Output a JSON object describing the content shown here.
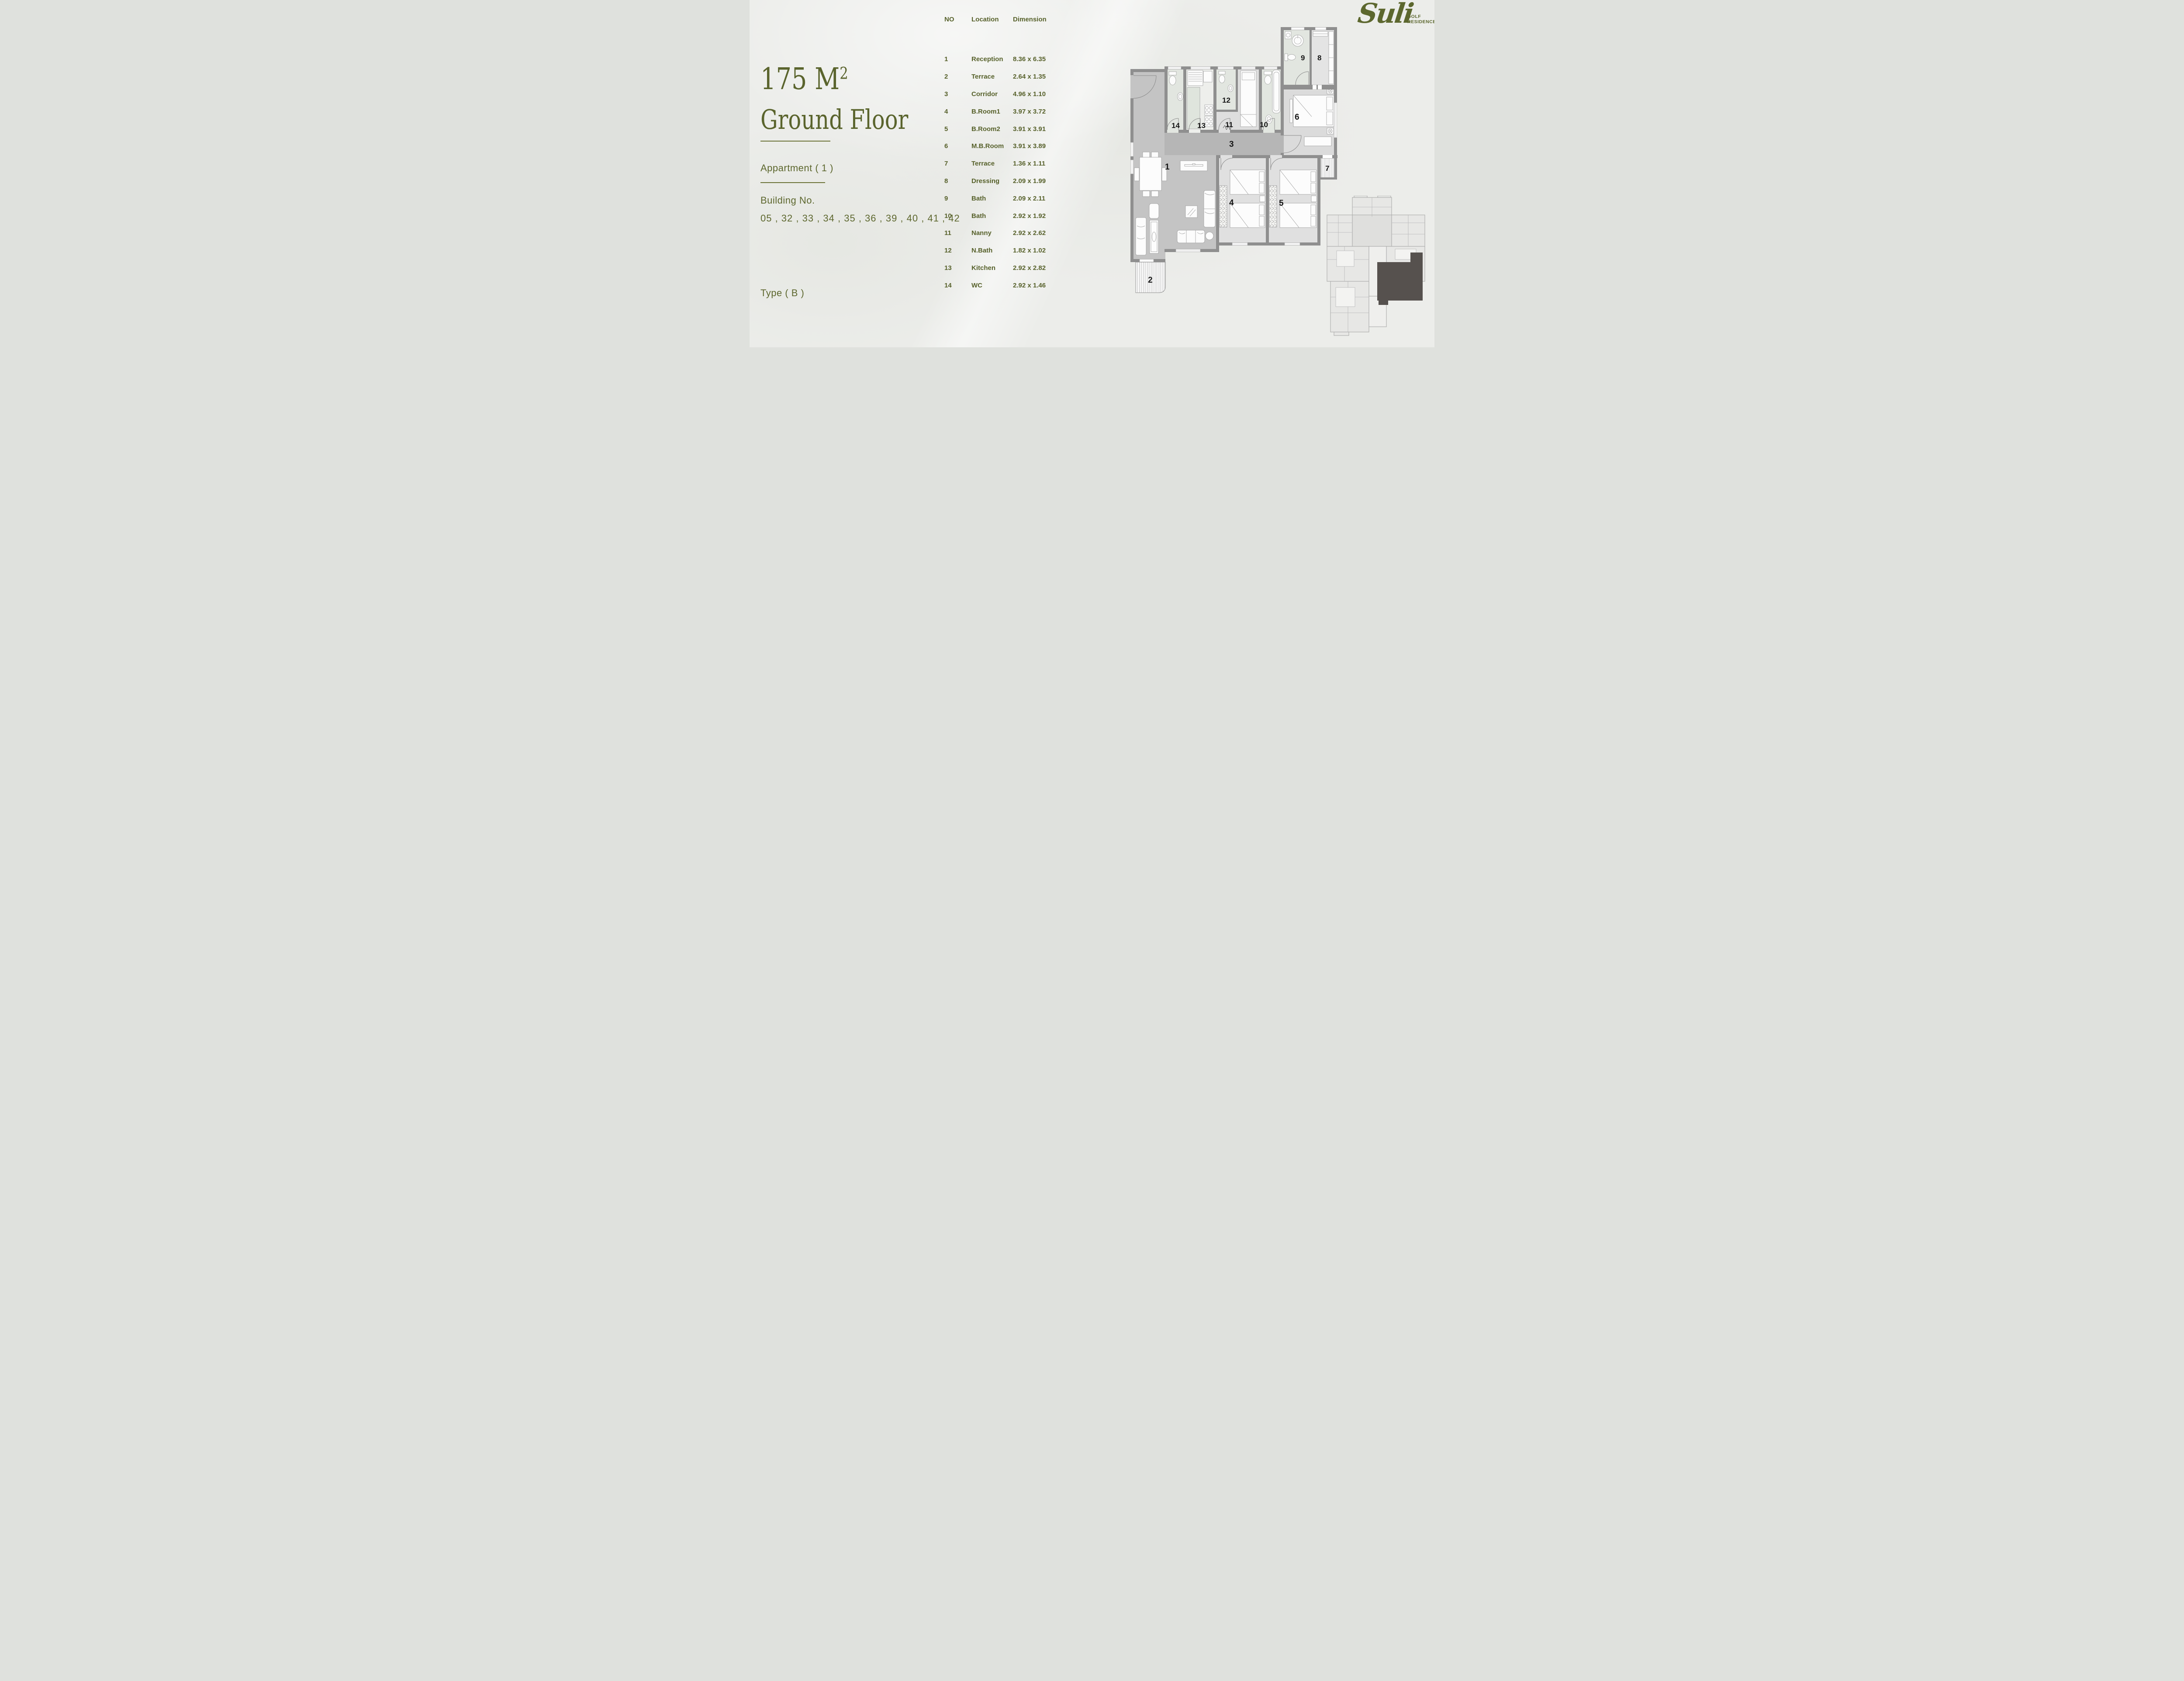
{
  "logo": {
    "brand": "Suli",
    "sub_line1": "GOLF",
    "sub_line2": "RESIDENCE"
  },
  "left_panel": {
    "area_value": "175 M",
    "area_sup": "2",
    "floor": "Ground Floor",
    "apartment": "Appartment ( 1 )",
    "building_label": "Building No.",
    "building_numbers": "05 , 32 , 33 , 34 , 35 , 36 , 39 , 40 , 41 , 42",
    "type": "Type ( B )"
  },
  "table": {
    "headers": [
      "NO",
      "Location",
      "Dimension"
    ],
    "rows": [
      [
        "1",
        "Reception",
        "8.36 x 6.35"
      ],
      [
        "2",
        "Terrace",
        "2.64 x 1.35"
      ],
      [
        "3",
        "Corridor",
        "4.96 x 1.10"
      ],
      [
        "4",
        "B.Room1",
        "3.97 x 3.72"
      ],
      [
        "5",
        "B.Room2",
        "3.91 x 3.91"
      ],
      [
        "6",
        "M.B.Room",
        "3.91 x 3.89"
      ],
      [
        "7",
        "Terrace",
        "1.36 x 1.11"
      ],
      [
        "8",
        "Dressing",
        "2.09 x 1.99"
      ],
      [
        "9",
        "Bath",
        "2.09 x 2.11"
      ],
      [
        "10",
        "Bath",
        "2.92 x 1.92"
      ],
      [
        "11",
        "Nanny",
        "2.92 x 2.62"
      ],
      [
        "12",
        "N.Bath",
        "1.82 x 1.02"
      ],
      [
        "13",
        "Kitchen",
        "2.92 x 2.82"
      ],
      [
        "14",
        "WC",
        "2.92 x 1.46"
      ]
    ]
  },
  "floor_plan": {
    "rooms": [
      {
        "no": "1",
        "name": "Reception"
      },
      {
        "no": "2",
        "name": "Terrace"
      },
      {
        "no": "3",
        "name": "Corridor"
      },
      {
        "no": "4",
        "name": "B.Room1"
      },
      {
        "no": "5",
        "name": "B.Room2"
      },
      {
        "no": "6",
        "name": "M.B.Room"
      },
      {
        "no": "7",
        "name": "Terrace"
      },
      {
        "no": "8",
        "name": "Dressing"
      },
      {
        "no": "9",
        "name": "Bath"
      },
      {
        "no": "10",
        "name": "Bath"
      },
      {
        "no": "11",
        "name": "Nanny"
      },
      {
        "no": "12",
        "name": "N.Bath"
      },
      {
        "no": "13",
        "name": "Kitchen"
      },
      {
        "no": "14",
        "name": "WC"
      }
    ]
  },
  "colors": {
    "accent_olive": "#5b652d",
    "wall_gray": "#8f8f8f",
    "reception_fill": "#c4c4c4",
    "corridor_fill": "#b6b6b6",
    "bedroom_fill": "#e0e0e0",
    "wetroom_fill": "#e2e6e0",
    "keyplan_dark": "#4a4441"
  }
}
